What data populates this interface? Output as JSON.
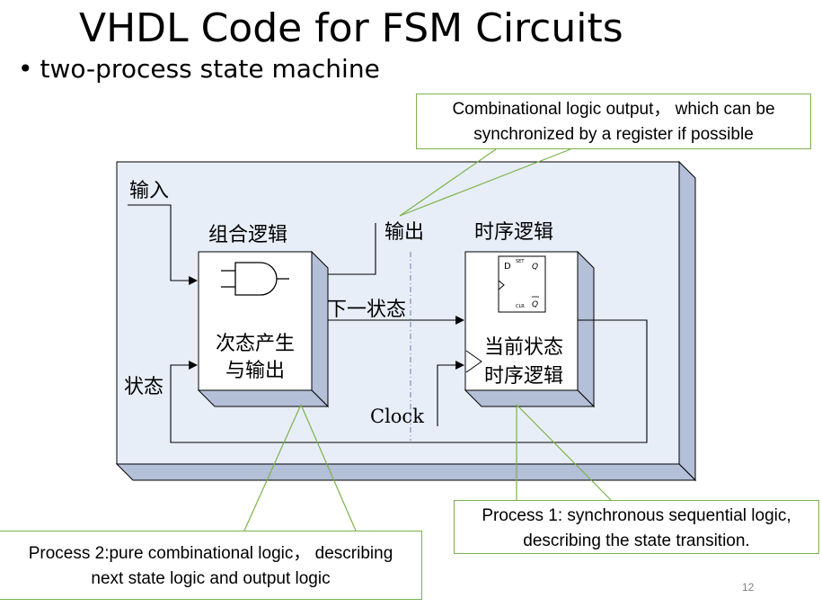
{
  "slide": {
    "title": "VHDL Code for FSM Circuits",
    "bullet": "two-process state machine",
    "page_number": "12"
  },
  "diagram": {
    "input_label": "输入",
    "state_label": "状态",
    "comb_title": "组合逻辑",
    "comb_body_line1": "次态产生",
    "comb_body_line2": "与输出",
    "output_label": "输出",
    "next_state_label": "下一状态",
    "seq_title": "时序逻辑",
    "seq_body_line1": "当前状态",
    "seq_body_line2": "时序逻辑",
    "clock_label": "Clock",
    "ff_d": "D",
    "ff_q": "Q",
    "ff_qbar": "Q",
    "ff_set": "SET",
    "ff_clr": "CLR"
  },
  "callouts": {
    "output_note_line1": "Combinational logic output，  which can be",
    "output_note_line2": "synchronized by a register  if possible",
    "process1_line1": "Process 1: synchronous  sequential logic,",
    "process1_line2": "describing the state transition.",
    "process2_line1": "Process 2:pure combinational logic，  describing",
    "process2_line2": "next state logic and output logic"
  },
  "colors": {
    "panel_fill": "#e8eef8",
    "panel_shadow": "#b4bfd8",
    "callout_border": "#7bb24a"
  }
}
